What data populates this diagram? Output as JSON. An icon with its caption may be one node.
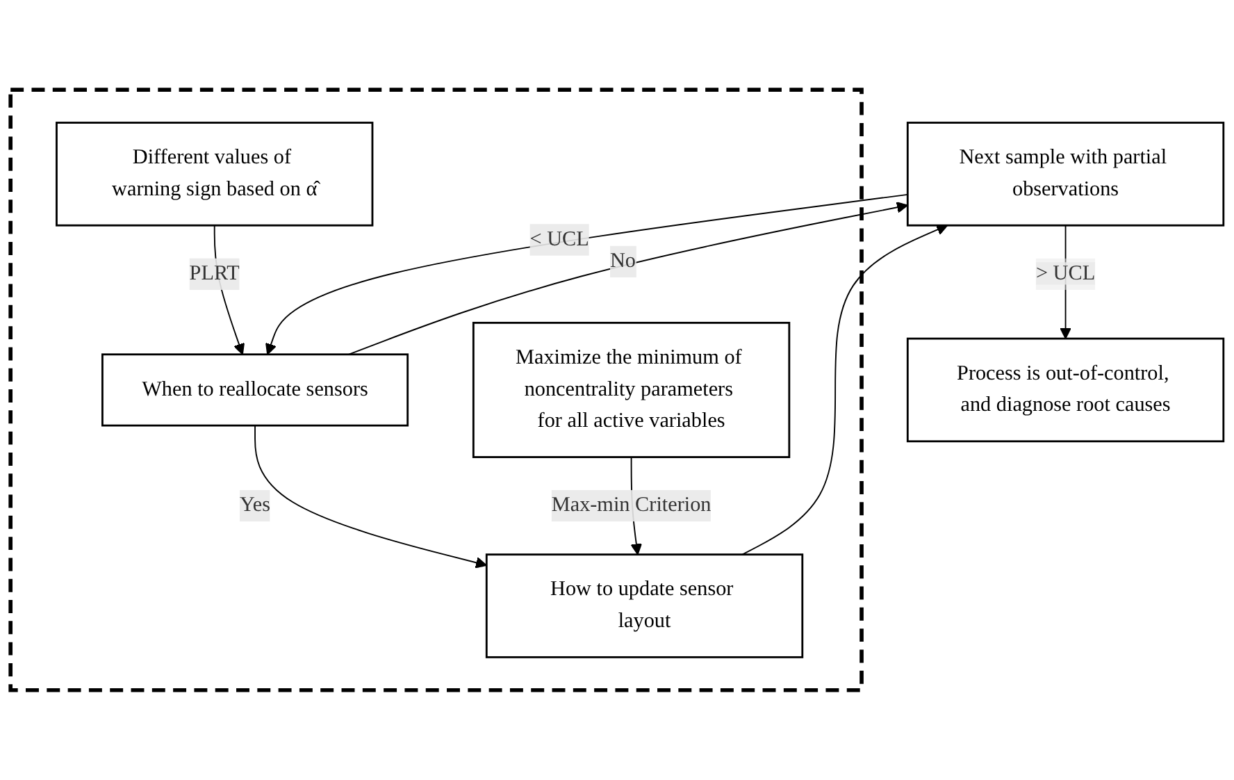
{
  "diagram": {
    "nodes": [
      {
        "text": [
          "Next sample with partial observations"
        ]
      },
      {
        "text": [
          "Process is out-of-control, and diagnose root causes"
        ]
      },
      {
        "text": [],
        "shape": "box"
      },
      {
        "text": [
          "When to reallocate sensors"
        ],
        "in": 2
      },
      {
        "text": [
          "Different values of warning sign based on α̂"
        ],
        "in": 2
      },
      {
        "text": [
          "How to update sensor layout"
        ],
        "in": 2
      },
      {
        "text": [
          "Maximize the minimum of noncentrality parameters for all active variables"
        ],
        "in": 2
      }
    ],
    "edges": [
      {
        "from": 0,
        "to": 1,
        "arrow": "to",
        "label": "> UCL"
      },
      {
        "from": 0,
        "to": 3,
        "arrow": "to",
        "label": "< UCL"
      },
      {
        "from": 3,
        "to": 0,
        "arrow": "to",
        "label": "No"
      },
      {
        "from": 4,
        "to": 3,
        "arrow": "to",
        "label": "PLRT"
      },
      {
        "from": 3,
        "to": 5,
        "arrow": "to",
        "label": "Yes"
      },
      {
        "from": 6,
        "to": 5,
        "arrow": "to",
        "label": "Max-min Criterion"
      },
      {
        "from": 5,
        "to": 0,
        "arrow": "to"
      }
    ]
  }
}
